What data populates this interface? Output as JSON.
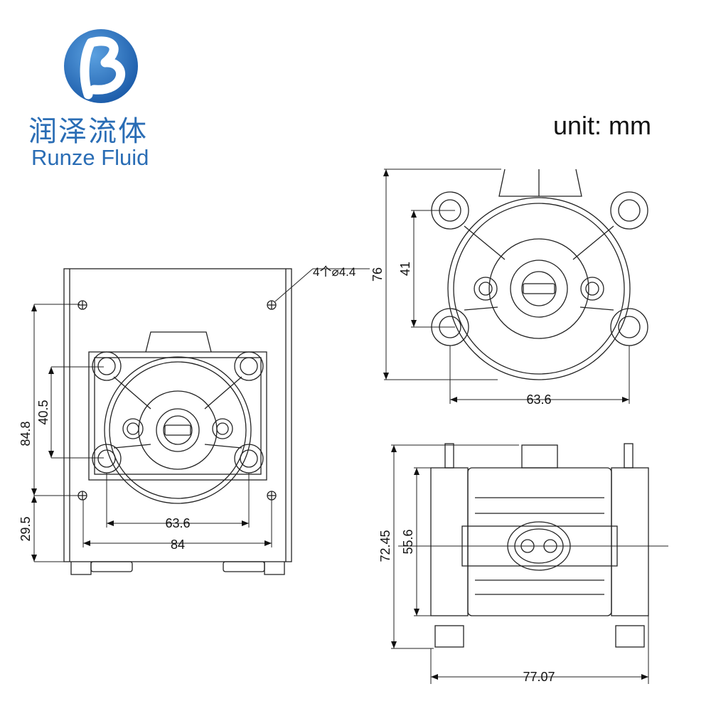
{
  "brand": {
    "name_cn": "润泽流体",
    "name_en": "Runze Fluid",
    "logo_color": "#2a6db5"
  },
  "unit_label": "unit: mm",
  "dimensions": {
    "front_view": {
      "hole_note": "4个⌀4.4",
      "height_84_8": "84.8",
      "height_40_5": "40.5",
      "height_29_5": "29.5",
      "width_63_6": "63.6",
      "width_84": "84"
    },
    "pump_head_view": {
      "height_76": "76",
      "height_41": "41",
      "width_63_6": "63.6"
    },
    "bottom_view": {
      "height_72_45": "72.45",
      "height_55_6": "55.6",
      "width_77_07": "77.07"
    }
  }
}
